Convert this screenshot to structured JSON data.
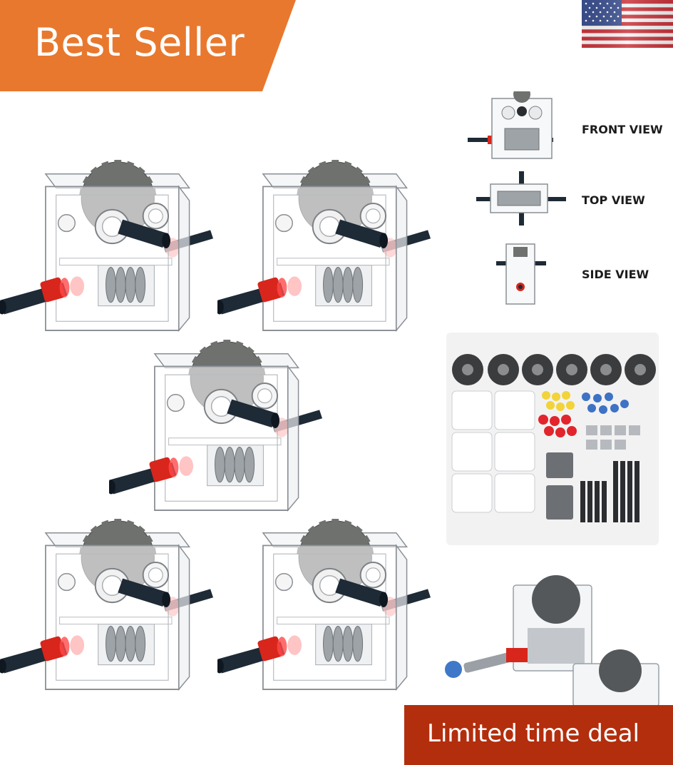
{
  "badge": {
    "text": "Best Seller",
    "color": "#e8782e"
  },
  "deal": {
    "text": "Limited time deal",
    "color": "#b32e0d"
  },
  "views": {
    "front": "FRONT VIEW",
    "top": "TOP VIEW",
    "side": "SIDE VIEW"
  },
  "icons": {
    "flag": "us-flag-icon",
    "gearbox": "gearbox-illustration",
    "parts": "parts-kit-photo",
    "crank": "hand-crank-photo"
  },
  "colors": {
    "axle": "#1e2a36",
    "bushing": "#d8261c",
    "gear": "#6f716f",
    "worm": "#9ea3a8"
  }
}
